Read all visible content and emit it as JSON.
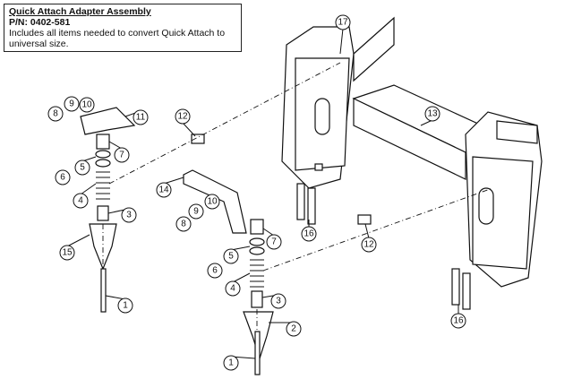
{
  "info": {
    "title": "Quick Attach Adapter Assembly",
    "part_number": "P/N: 0402-581",
    "description": "Includes all items needed to convert Quick Attach to universal size."
  },
  "callouts": [
    "17",
    "8",
    "9",
    "10",
    "11",
    "12",
    "13",
    "7",
    "5",
    "6",
    "4",
    "3",
    "15",
    "1",
    "14",
    "9",
    "10",
    "8",
    "7",
    "16",
    "12",
    "5",
    "6",
    "4",
    "3",
    "2",
    "1",
    "16"
  ]
}
